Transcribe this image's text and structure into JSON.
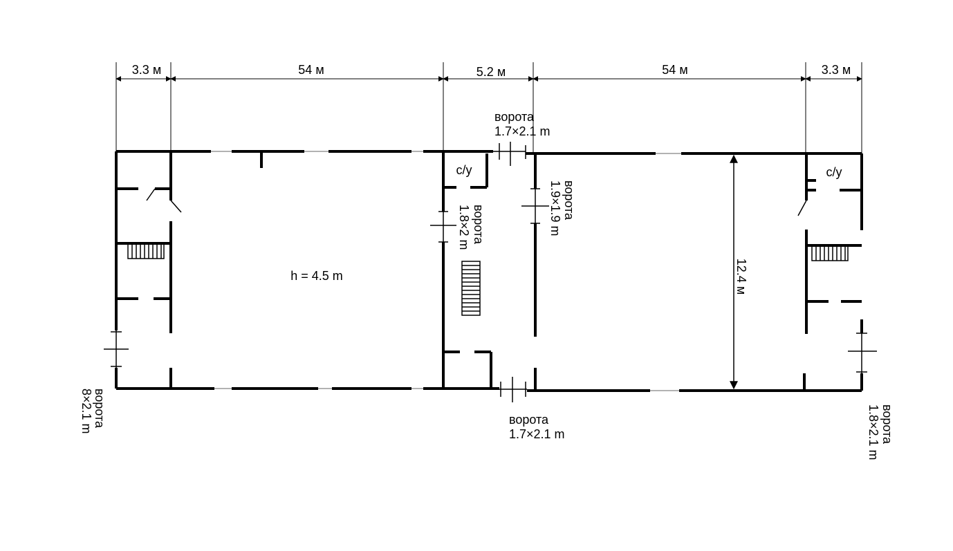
{
  "dimensions": {
    "d1": "3.3 м",
    "d2": "54 м",
    "d3": "5.2 м",
    "d4": "54 м",
    "d5": "3.3 м",
    "height": "12.4 м",
    "ceiling": "h = 4.5 m"
  },
  "rooms": {
    "wc_center": "с/у",
    "wc_right": "с/у"
  },
  "gates": {
    "top": {
      "word": "ворота",
      "size": "1.7×2.1 m"
    },
    "bottom": {
      "word": "ворота",
      "size": "1.7×2.1 m"
    },
    "left_end": {
      "word": "ворота",
      "size": "8×2.1 m"
    },
    "right_end": {
      "word": "ворота",
      "size": "1.8×2.1 m"
    },
    "center_left": {
      "word": "ворота",
      "size": "1.8×2 m"
    },
    "center_right": {
      "word": "ворота",
      "size": "1.9×1.9 m"
    }
  }
}
